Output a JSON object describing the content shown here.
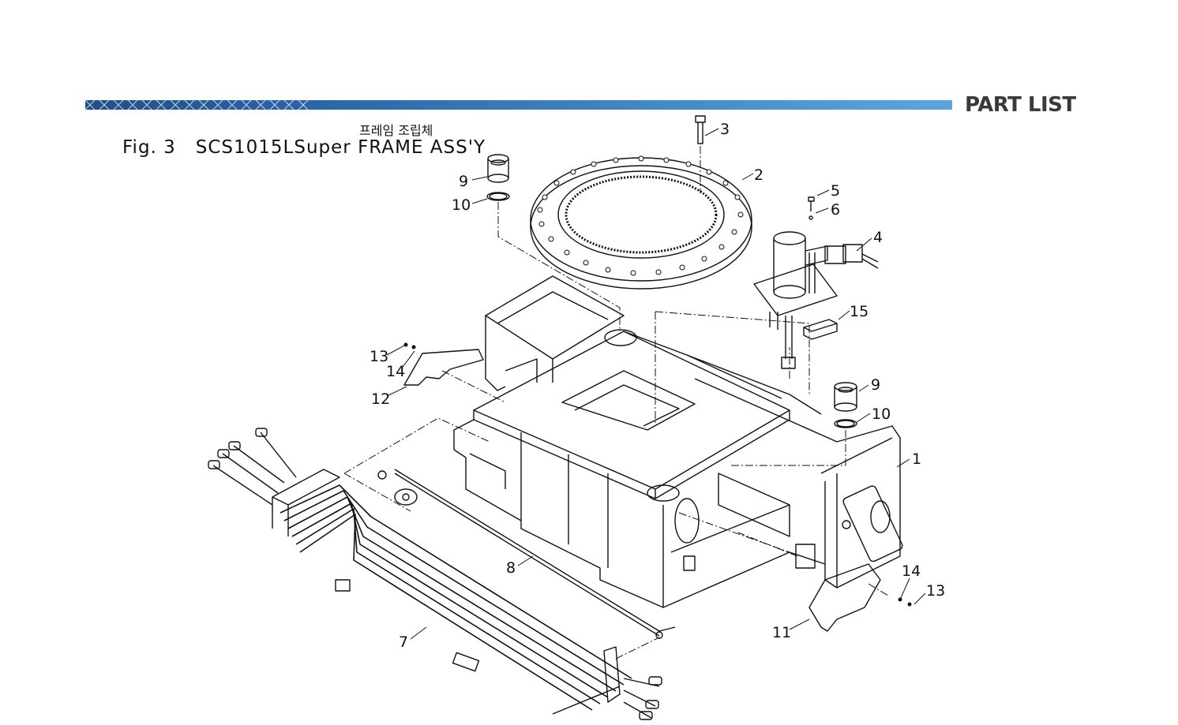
{
  "header": {
    "title": "PART LIST"
  },
  "figure": {
    "korean_title": "프레임 조립체",
    "fig_label": "Fig. 3",
    "model": "SCS1015LSuper",
    "assembly_name": "FRAME ASS'Y"
  },
  "callouts": {
    "c1": "1",
    "c2": "2",
    "c3": "3",
    "c4": "4",
    "c5": "5",
    "c6": "6",
    "c7": "7",
    "c8": "8",
    "c9a": "9",
    "c9b": "9",
    "c10a": "10",
    "c10b": "10",
    "c11": "11",
    "c12": "12",
    "c13a": "13",
    "c13b": "13",
    "c14a": "14",
    "c14b": "14",
    "c15": "15"
  },
  "colors": {
    "bar_dark": "#1f4e8c",
    "bar_light": "#5aa6e0",
    "title": "#3a3a3a",
    "line": "#111111"
  }
}
